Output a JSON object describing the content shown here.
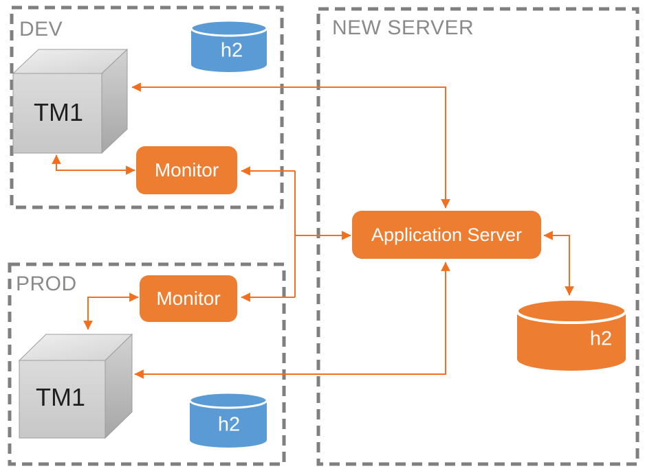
{
  "title": "TM1 monitoring architecture diagram",
  "colors": {
    "shape_orange": "#ED7D31",
    "db_blue": "#5B9BD5",
    "arrow_orange": "#F2701D",
    "region_border_gray": "#7F7F7F",
    "region_label_gray": "#8A8A8A",
    "cube_text_black": "#1F1F1F",
    "node_text_white": "#FFFFFF"
  },
  "regions": {
    "dev": {
      "label": "DEV"
    },
    "prod": {
      "label": "PROD"
    },
    "new_server": {
      "label": "NEW SERVER"
    }
  },
  "nodes": {
    "dev_tm1": {
      "label": "TM1",
      "shape": "cube"
    },
    "dev_monitor": {
      "label": "Monitor",
      "shape": "rounded-rect"
    },
    "dev_db": {
      "label": "h2",
      "shape": "cylinder"
    },
    "prod_tm1": {
      "label": "TM1",
      "shape": "cube"
    },
    "prod_monitor": {
      "label": "Monitor",
      "shape": "rounded-rect"
    },
    "prod_db": {
      "label": "h2",
      "shape": "cylinder"
    },
    "app_server": {
      "label": "Application Server",
      "shape": "rounded-rect"
    },
    "new_server_db": {
      "label": "h2",
      "shape": "cylinder"
    }
  },
  "connections": [
    {
      "from": "app_server",
      "to": "dev_tm1",
      "bidirectional": true
    },
    {
      "from": "dev_tm1",
      "to": "dev_monitor",
      "bidirectional": true
    },
    {
      "from": "app_server_junction",
      "to": "dev_monitor",
      "bidirectional": false
    },
    {
      "from": "app_server_junction",
      "to": "prod_monitor",
      "bidirectional": false
    },
    {
      "from": "monitor_junction",
      "to": "app_server",
      "bidirectional": false
    },
    {
      "from": "app_server",
      "to": "new_server_db",
      "bidirectional": true
    },
    {
      "from": "app_server",
      "to": "prod_tm1",
      "bidirectional": true
    },
    {
      "from": "prod_tm1",
      "to": "prod_monitor",
      "bidirectional": true
    }
  ]
}
